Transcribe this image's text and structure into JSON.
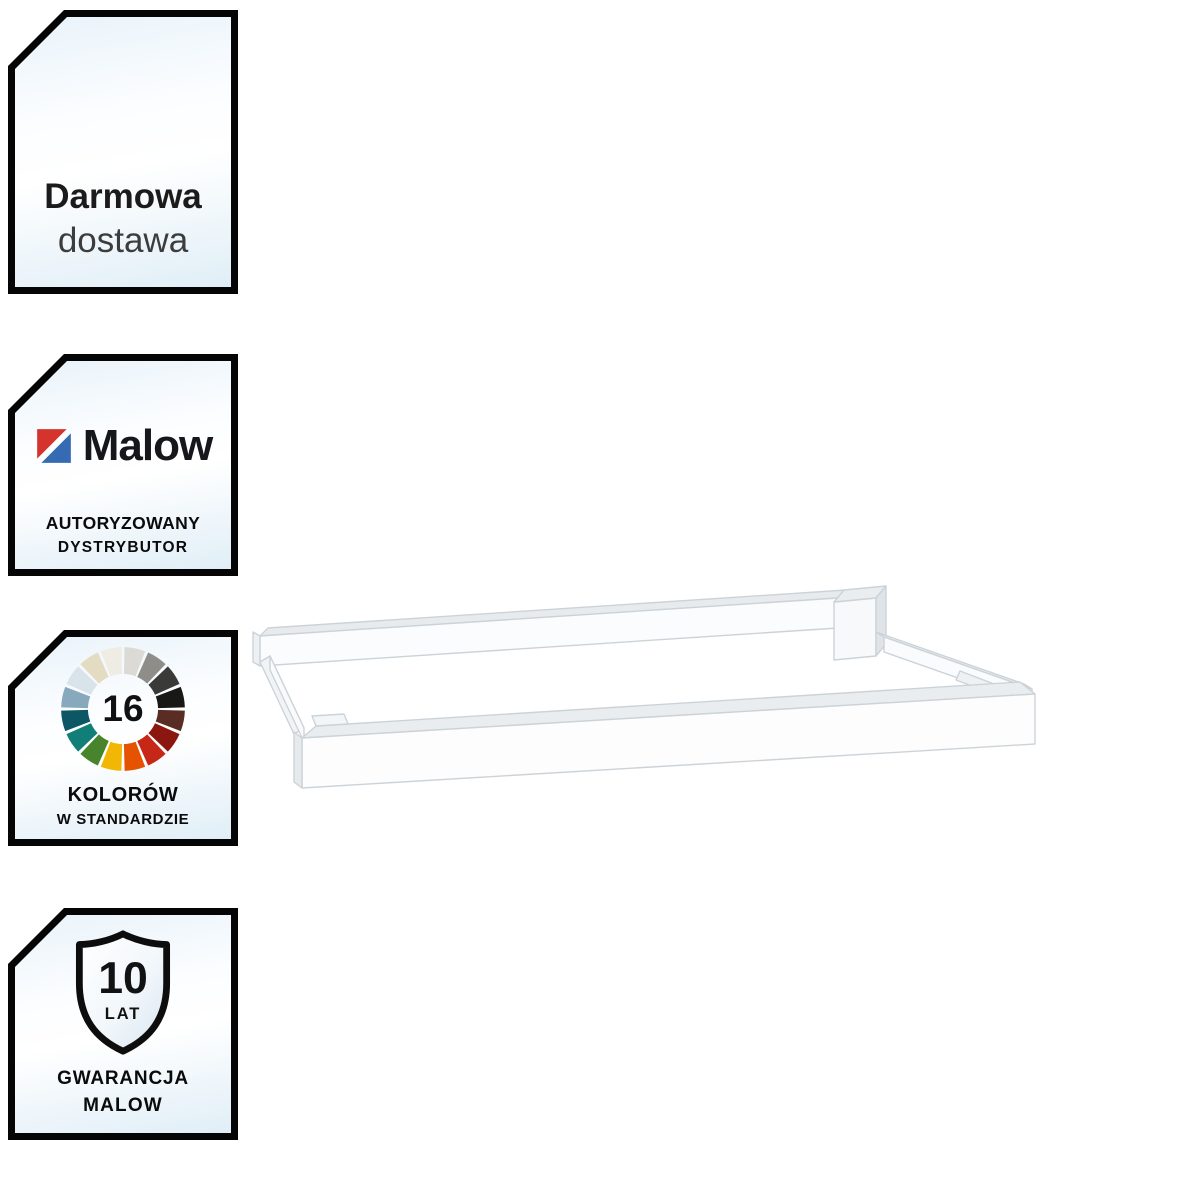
{
  "page": {
    "background": "#ffffff"
  },
  "badges": {
    "free_delivery": {
      "line1": "Darmowa",
      "line2": "dostawa"
    },
    "authorized_distributor": {
      "brand": "Malow",
      "line1": "AUTORYZOWANY",
      "line2": "DYSTRYBUTOR",
      "logo_red": "#d5332d",
      "logo_blue": "#356bb3"
    },
    "colors": {
      "count": "16",
      "line1": "KOLORÓW",
      "line2": "W STANDARDZIE",
      "palette": [
        "#dcdad5",
        "#8f8d88",
        "#3a3a38",
        "#181816",
        "#5a2d24",
        "#8c1710",
        "#c62717",
        "#e65300",
        "#f2b705",
        "#48842c",
        "#117f77",
        "#0d5666",
        "#88a9bd",
        "#d9e4ea",
        "#e3dcc3",
        "#efece4"
      ]
    },
    "warranty": {
      "years": "10",
      "unit": "LAT",
      "line1": "GWARANCJA",
      "line2": "MALOW"
    }
  },
  "product": {
    "alt": "Biała metalowa podstawa (cokół) w perspektywie",
    "main_color": "#fbfcfd",
    "shade_color": "#e8ecef",
    "outline_color": "#ccd3d8"
  }
}
